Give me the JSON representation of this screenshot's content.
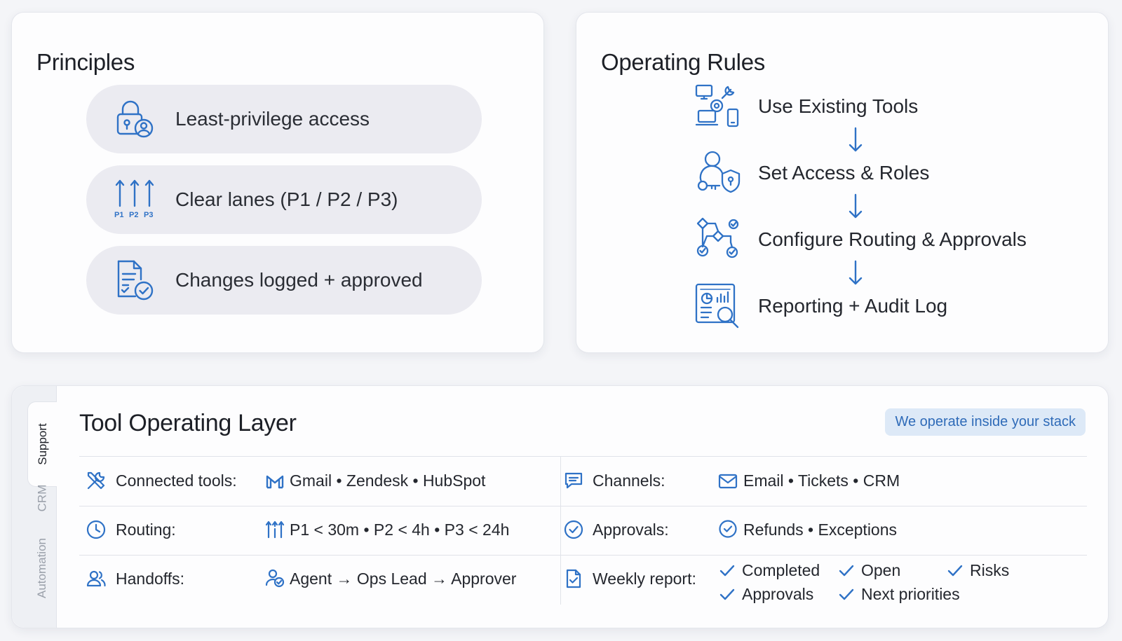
{
  "principles": {
    "title": "Principles",
    "items": [
      {
        "label": "Least-privilege access",
        "icon": "lock-user-icon"
      },
      {
        "label": "Clear lanes (P1 / P2 / P3)",
        "icon": "priority-lanes-icon",
        "lane_labels": [
          "P1",
          "P2",
          "P3"
        ]
      },
      {
        "label": "Changes logged + approved",
        "icon": "document-check-icon"
      }
    ]
  },
  "operating_rules": {
    "title": "Operating Rules",
    "steps": [
      {
        "label": "Use Existing Tools",
        "icon": "devices-tools-icon"
      },
      {
        "label": "Set Access & Roles",
        "icon": "user-key-shield-icon"
      },
      {
        "label": "Configure Routing & Approvals",
        "icon": "workflow-icon"
      },
      {
        "label": "Reporting + Audit Log",
        "icon": "report-search-icon"
      }
    ]
  },
  "tool_layer": {
    "title": "Tool Operating Layer",
    "badge": "We operate inside your stack",
    "side_tabs": {
      "support": "Support",
      "crm": "CRM",
      "automation": "Automation"
    },
    "rows": [
      {
        "left": {
          "key": "Connected tools:",
          "icon": "wrench-screwdriver-icon",
          "value": "Gmail • Zendesk • HubSpot",
          "value_icon": "gmail-icon"
        },
        "right": {
          "key": "Channels:",
          "icon": "chat-icon",
          "value": "Email • Tickets • CRM",
          "value_icon": "envelope-icon"
        }
      },
      {
        "left": {
          "key": "Routing:",
          "icon": "clock-icon",
          "value": "P1 < 30m • P2 < 4h • P3 < 24h",
          "value_icon": "lanes-icon"
        },
        "right": {
          "key": "Approvals:",
          "icon": "check-circle-icon",
          "value": "Refunds • Exceptions",
          "value_icon": "check-circle-icon"
        }
      },
      {
        "left": {
          "key": "Handoffs:",
          "icon": "users-icon",
          "value": "Agent → Ops Lead → Approver",
          "value_icon": "user-check-icon"
        },
        "right": {
          "key": "Weekly report:",
          "icon": "document-check-icon",
          "checklist": [
            "Completed",
            "Open",
            "Risks",
            "Approvals",
            "Next priorities"
          ]
        }
      }
    ]
  },
  "colors": {
    "accent": "#2f72c6",
    "pill": "#ebebf1",
    "badge_bg": "#dde9f7"
  }
}
